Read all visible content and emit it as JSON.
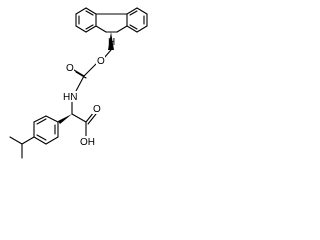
{
  "molecule": {
    "atom_labels": {
      "ester_oxygen": "O",
      "carbonyl_oxygen": "O",
      "amide_nitrogen": "HN",
      "acid_carbonyl_oxygen": "O",
      "acid_hydroxyl": "OH",
      "stereo_hydrogen": "H"
    }
  }
}
